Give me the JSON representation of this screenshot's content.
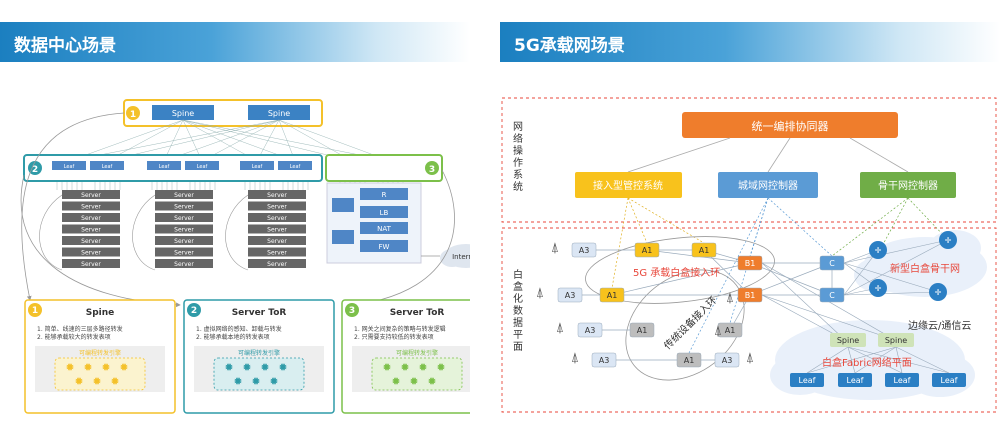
{
  "left": {
    "header": "数据中心场景",
    "spine_label": "Spine",
    "leaf_label": "Leaf",
    "server_label": "Server",
    "fw_box": {
      "r": "R",
      "lb": "LB",
      "nat": "NAT",
      "fw": "FW"
    },
    "internet": "Internet",
    "badges": [
      "1",
      "2",
      "3"
    ],
    "cards": [
      {
        "badge": "1",
        "title": "Spine",
        "lines": [
          "1. 简单、线速的三层多路径转发",
          "2. 能够承载较大的转发表项"
        ],
        "engine": "可编程转发引擎"
      },
      {
        "badge": "2",
        "title": "Server ToR",
        "lines": [
          "1. 虚拟网络的感知、卸载与转发",
          "2. 能够承载本地的转发表项"
        ],
        "engine": "可编程转发引擎"
      },
      {
        "badge": "3",
        "title": "Server ToR",
        "lines": [
          "1. 网关之间复杂的策略与转发逻辑",
          "2. 只需要支持较低的转发表项"
        ],
        "engine": "可编程转发引擎"
      }
    ]
  },
  "right": {
    "header": "5G承载网场景",
    "side_top": "网络操作系统",
    "side_bottom": "白盒化数据平面",
    "orchestrator": "统一编排协同器",
    "controllers": [
      "接入型管控系统",
      "城域网控制器",
      "骨干网控制器"
    ],
    "nodes": {
      "a3": "A3",
      "a1": "A1",
      "b1": "B1",
      "c": "C",
      "spine": "Spine",
      "leaf": "Leaf"
    },
    "labels": {
      "ring5g": "5G 承载白盒接入环",
      "legacy": "传统设备接入环",
      "backbone": "新型白盒骨干网",
      "edge": "边缘云/通信云",
      "fabric": "白盒Fabric网络平面"
    },
    "colors": {
      "orange": "#ef7d2c",
      "yellow": "#f8c21c",
      "blue": "#5b9bd5",
      "green": "#70ad47",
      "red": "#e8473b"
    }
  }
}
